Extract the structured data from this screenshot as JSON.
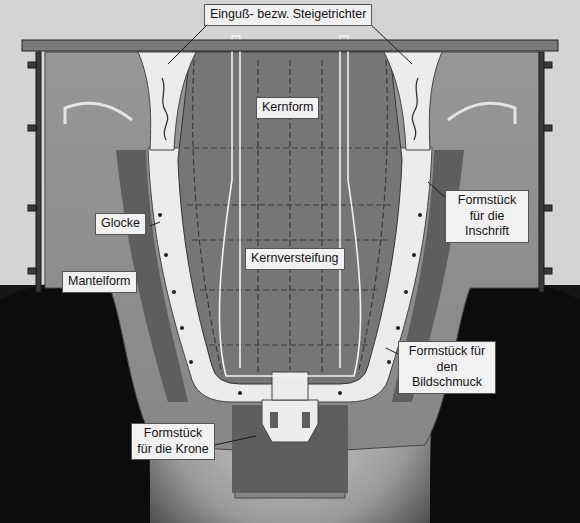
{
  "diagram": {
    "nodes": [
      {
        "text": [
          "Einguß- bezw. Steigetrichter"
        ]
      },
      {
        "text": [
          "Kernform"
        ]
      },
      {
        "text": [
          "Formstück für die Inschrift"
        ]
      },
      {
        "text": [
          "Glocke"
        ]
      },
      {
        "text": [
          "Kernversteifung"
        ]
      },
      {
        "text": [
          "Mantelform"
        ]
      },
      {
        "text": [
          "Formstück für den Bildschmuck"
        ]
      },
      {
        "text": [
          "Formstück für die Krone"
        ]
      }
    ]
  }
}
